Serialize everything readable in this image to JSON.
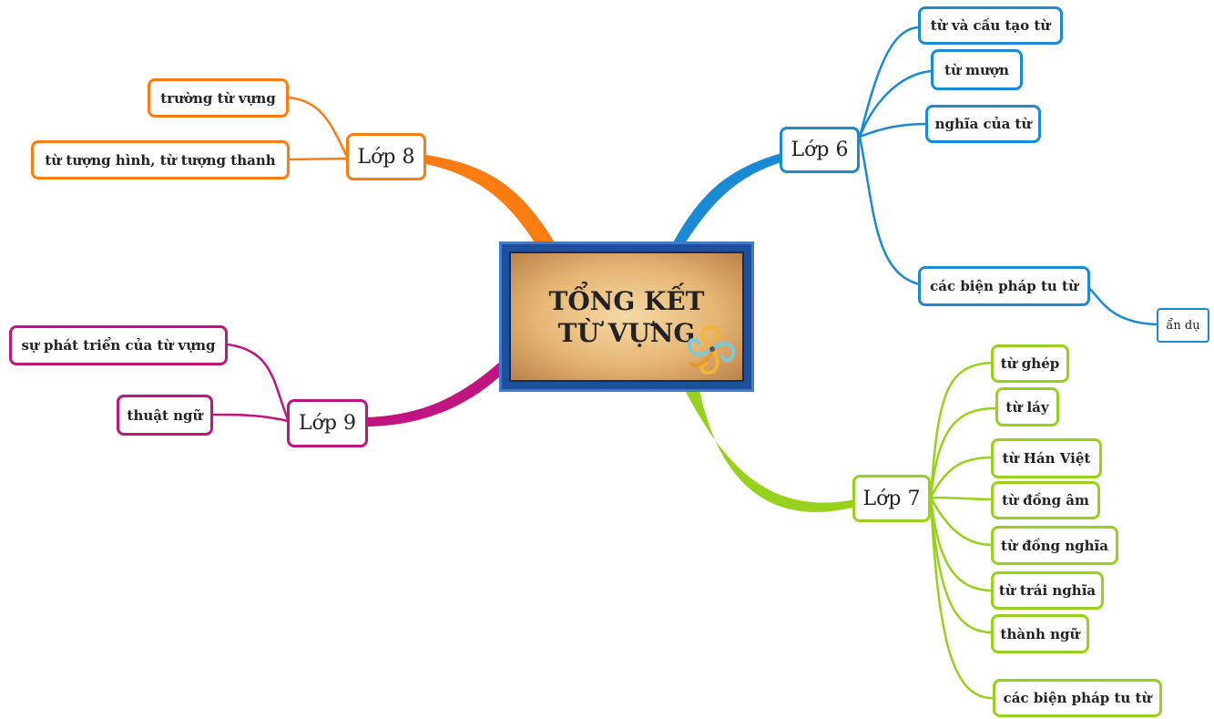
{
  "center": {
    "title": "TỔNG KẾT TỪ VỰNG"
  },
  "branches": {
    "lop6": {
      "label": "Lớp 6",
      "color": "#1a8ad4",
      "items": [
        "từ và cấu tạo từ",
        "từ mượn",
        "nghĩa của từ",
        "các biện pháp tu từ"
      ],
      "sub": [
        "ẩn dụ"
      ]
    },
    "lop7": {
      "label": "Lớp 7",
      "color": "#98d11b",
      "items": [
        "từ ghép",
        "từ láy",
        "từ Hán Việt",
        "từ đồng âm",
        "từ đồng nghĩa",
        "từ trái nghĩa",
        "thành ngữ",
        "các biện pháp tu từ"
      ]
    },
    "lop8": {
      "label": "Lớp 8",
      "color": "#fb7d12",
      "items": [
        "trường từ vựng",
        "từ tượng hình, từ tượng thanh"
      ]
    },
    "lop9": {
      "label": "Lớp 9",
      "color": "#c01581",
      "items": [
        "sự phát triển của từ vựng",
        "thuật ngữ"
      ]
    }
  }
}
